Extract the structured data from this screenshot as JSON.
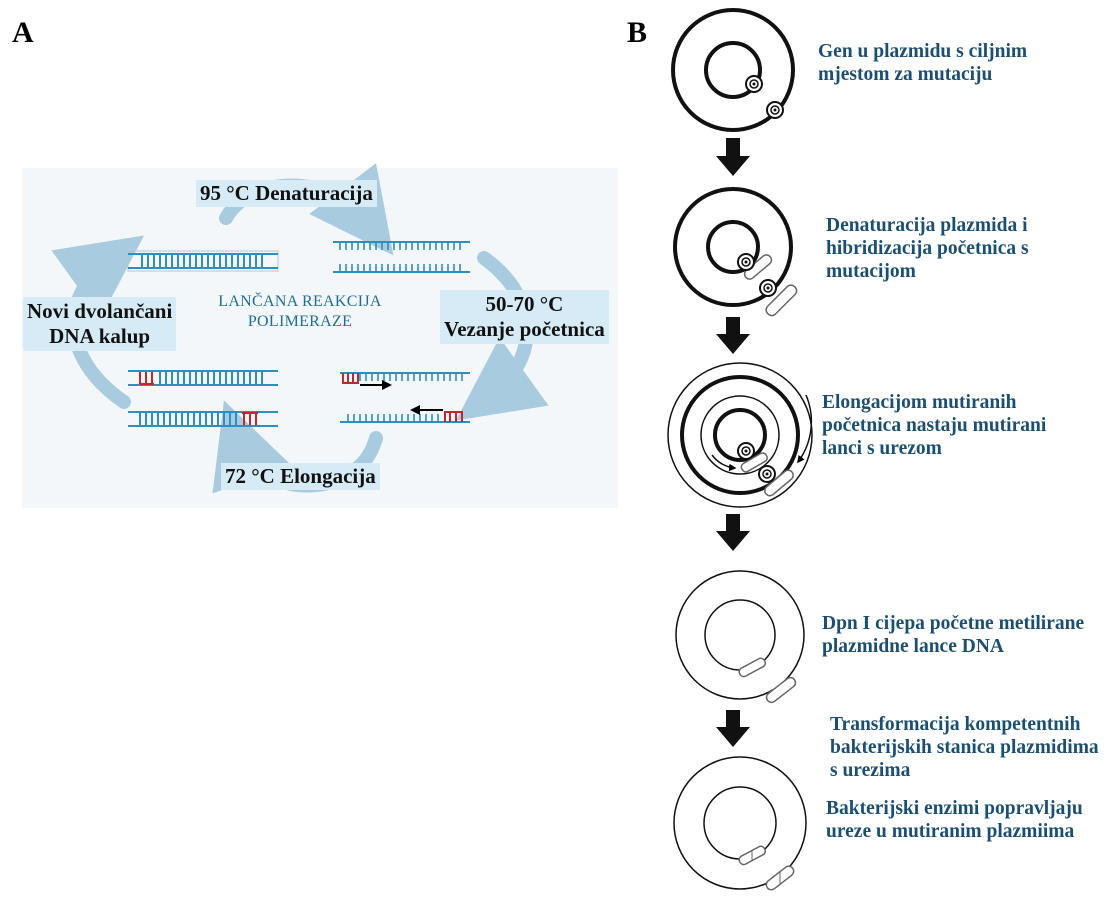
{
  "panel_a": {
    "letter": "A",
    "center_title_line1": "LANČANA REAKCIJA",
    "center_title_line2": "POLIMERAZE",
    "denaturation": "95 °C Denaturacija",
    "annealing_line1": "50-70 °C",
    "annealing_line2": "Vezanje početnica",
    "elongation": "72 °C Elongacija",
    "template_line1": "Novi dvolančani",
    "template_line2": "DNA kalup"
  },
  "panel_b": {
    "letter": "B",
    "steps": [
      {
        "line1": "Gen u plazmidu s ciljnim",
        "line2": "mjestom za mutaciju",
        "line3": ""
      },
      {
        "line1": "Denaturacija plazmida i",
        "line2": "hibridizacija početnica s",
        "line3": "mutacijom"
      },
      {
        "line1": "Elongacijom mutiranih",
        "line2": "početnica nastaju mutirani",
        "line3": "lanci s urezom"
      },
      {
        "line1": "Dpn I cijepa početne metilirane",
        "line2": "plazmidne lance DNA",
        "line3": ""
      },
      {
        "line1": "Transformacija kompetentnih",
        "line2": "bakterijskih stanica plazmidima",
        "line3": "s urezima"
      },
      {
        "line1": "Bakterijski enzimi popravljaju",
        "line2": "ureze u mutiranim plazmiima",
        "line3": ""
      }
    ]
  },
  "colors": {
    "dna_strand": "#2d8fbf",
    "primer": "#c0282d",
    "cycle_arrow": "#a9cbe0",
    "label_box": "#d6ebf5",
    "step_text": "#1b4f72"
  }
}
